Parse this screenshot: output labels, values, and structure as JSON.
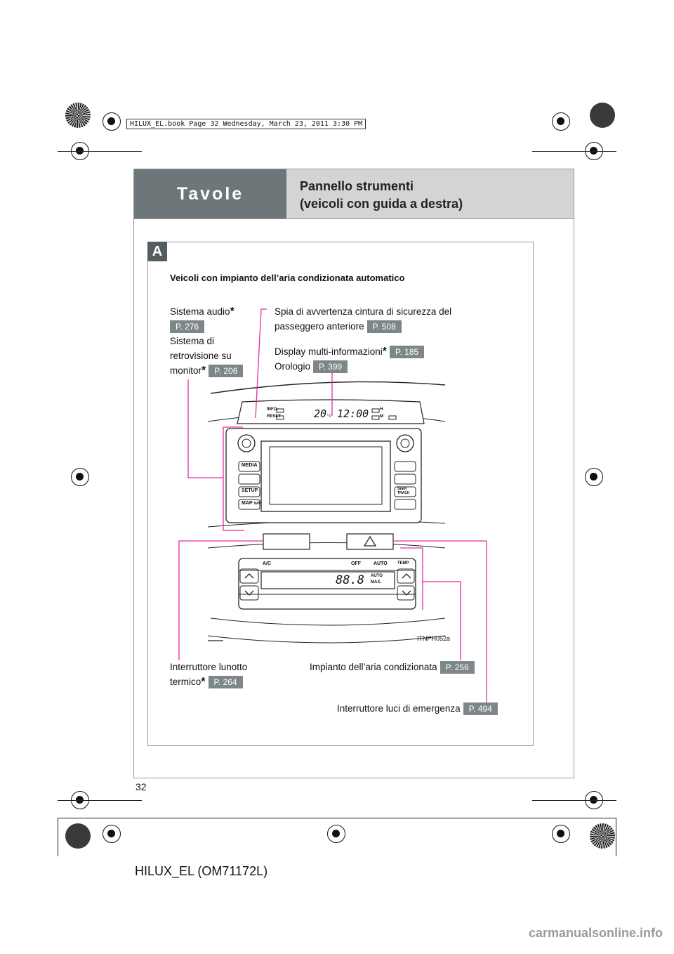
{
  "header": {
    "section_label": "Tavole",
    "title_line1": "Pannello strumenti",
    "title_line2": "(veicoli con guida a destra)"
  },
  "section": {
    "badge": "A",
    "subheading": "Veicoli con impianto dell’aria condizionata automatico"
  },
  "callouts": {
    "audio": {
      "text": "Sistema audio",
      "asterisk": "*",
      "ref": "P. 276"
    },
    "monitor": {
      "line1": "Sistema di",
      "line2": "retrovisione su",
      "line3": "monitor",
      "asterisk": "*",
      "ref": "P. 206"
    },
    "seatbelt": {
      "line1": "Spia di avvertenza cintura di sicurezza del",
      "line2": "passeggero anteriore",
      "ref": "P. 508"
    },
    "multi_info": {
      "text": "Display multi-informazioni",
      "asterisk": "*",
      "ref": "P. 185"
    },
    "clock": {
      "text": "Orologio",
      "ref": "P. 399"
    },
    "defogger": {
      "line1": "Interruttore lunotto",
      "line2": "termico",
      "asterisk": "*",
      "ref": "P. 264"
    },
    "aircon": {
      "text": "Impianto dell’aria condizionata",
      "ref": "P. 256"
    },
    "hazard": {
      "text": "Interruttore luci di emergenza",
      "ref": "P. 494"
    }
  },
  "illustration": {
    "code": "ITNPH052a",
    "display_temp": "20",
    "display_temp_unit": "°C",
    "display_clock": "12:00",
    "btn_info": "INFO.",
    "btn_reset": "RESET",
    "btn_h": "H",
    "btn_m": "M",
    "btn_media": "MEDIA",
    "btn_setup": "SETUP",
    "btn_map": "MAP",
    "btn_nav": "NAV",
    "btn_seek": "SEEK TRACK",
    "ac_ac": "A/C",
    "ac_off": "OFF",
    "ac_auto": "AUTO",
    "ac_temp": "TEMP",
    "ac_display": "88.8",
    "ac_display_auto": "AUTO",
    "ac_display_max": "MAX."
  },
  "page_number": "32",
  "footer_code": "HILUX_EL (OM71172L)",
  "book_info": "HILUX_EL.book  Page 32  Wednesday, March 23, 2011  3:30 PM",
  "watermark": "carmanualsonline.info",
  "colors": {
    "leader": "#e62e9a",
    "ref_badge": "#7d8689",
    "header_dark": "#6d7678",
    "header_light": "#d4d4d4"
  }
}
